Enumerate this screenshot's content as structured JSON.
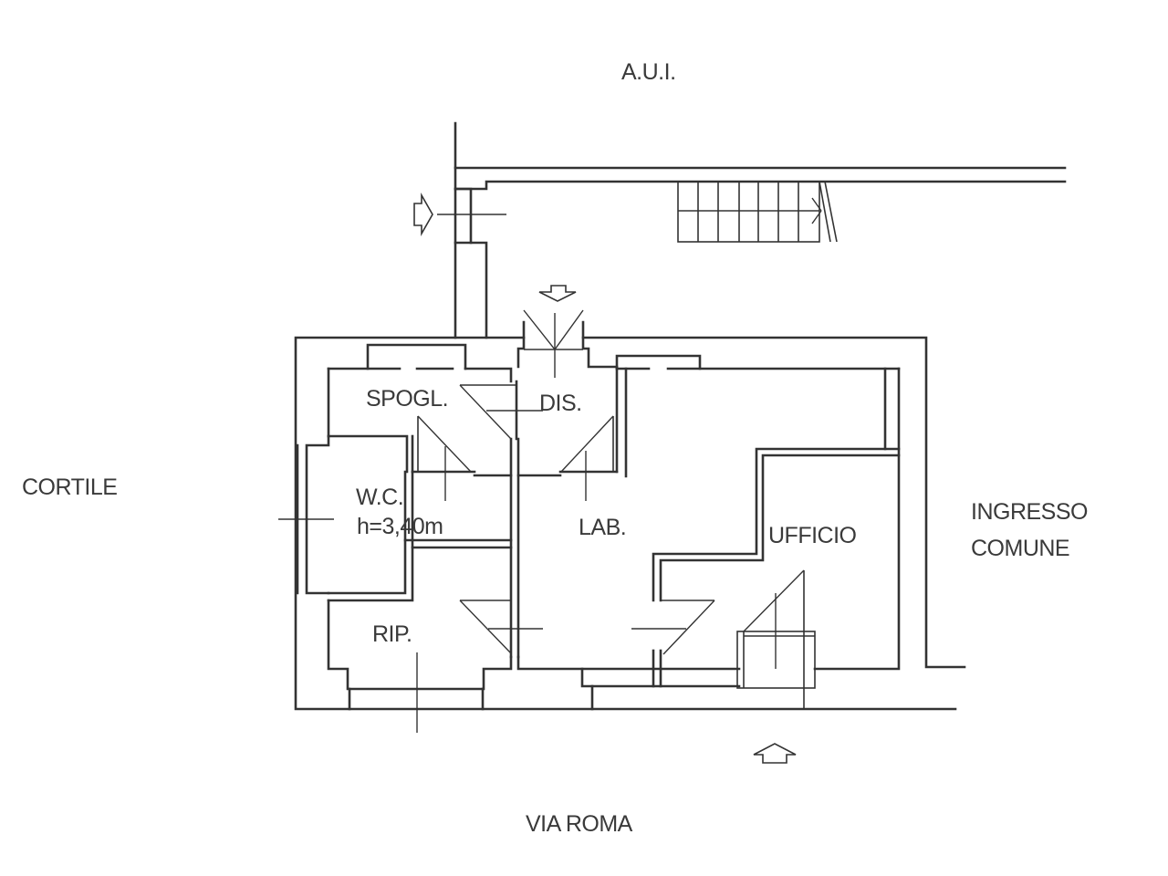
{
  "plan": {
    "surroundings": {
      "north": "A.U.I.",
      "west": "CORTILE",
      "east_line1": "INGRESSO",
      "east_line2": "COMUNE",
      "south": "VIA ROMA"
    },
    "rooms": {
      "spogl": "SPOGL.",
      "dis": "DIS.",
      "wc": "W.C.",
      "wc_height": "h=3,40m",
      "lab": "LAB.",
      "ufficio": "UFFICIO",
      "rip": "RIP."
    },
    "colors": {
      "line": "#333333",
      "text": "#3a3a3a",
      "background": "#ffffff"
    },
    "icons": [
      "entrance-arrow-icon",
      "staircase-icon",
      "door-swing-icon",
      "window-icon"
    ]
  }
}
